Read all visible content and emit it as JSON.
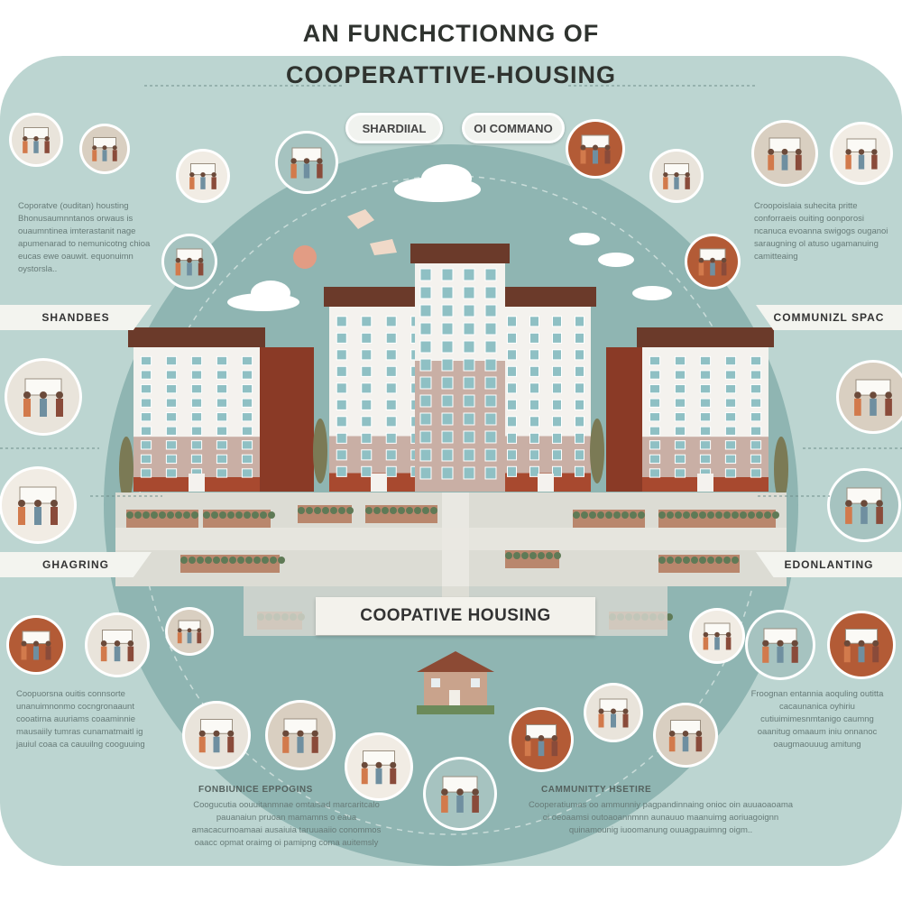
{
  "title": {
    "line1": "AN FUNCHCTIONNG OF",
    "line2": "COOPERATTIVE-HOUSING"
  },
  "pills": [
    {
      "label": "SHARDIIAL"
    },
    {
      "label": "OI COMMANO"
    }
  ],
  "ribbons": {
    "left_top": "SHANDBES",
    "left_bottom": "GHAGRING",
    "right_top": "COMMUNIZL SPAC",
    "right_bottom": "EDONLANTING"
  },
  "center_label": "COOPATIVE HOUSING",
  "blurbs": {
    "left_top": "Coporatve (ouditan) housting Bhonusaumnntanos orwaus is ouaumntinea imterastanit nage apumenarad to nemunicotng chioa eucas ewe oauwit. equonuimn oystorsla..",
    "right_top": "Croopoislaia suhecita pritte conforraeis ouiting oonporosi ncanuca evoanna swigogs ouganoi saraugning ol atuso ugamanuing camitteaing",
    "left_bottom": "Coopuorsna ouitis connsorte unanuimnonmo cocngronaaunt cooatirna auuriams coaaminnie mausaiily tumras cunamatmaitl ig jauiul coaa ca cauuilng cooguuing",
    "right_bottom": "Froognan entannia aoquling outitta cacaunanica oyhiriu cutiuimimesnmtanigo caumng oaanitug omaaum iniu onnanoc oaugmaouuug amitung"
  },
  "bottom": {
    "left_caption": "FONBIUNICE EPPOGINS",
    "left_text": "Coogucutia oouuitanmnae omtaisad marcaritcalo pauanaiun pruoan mamamns o eaua amacacurnoamaai ausaiuia taruuaaiio conommos oaacc opmat oraimg oi pamipng coma auitemsly",
    "right_caption": "CAMMUNITTY HSETIRE",
    "right_text": "Cooperatiumas oo ammunniy pagpandinnaing onioc oin auuaoaoama oi oeoaamsi outoaoannmnn aunauuo maanuimg aoriuagoignn quinamounig iuoomanung ouuagpauimng oigm.."
  },
  "colors": {
    "panel": "#bcd5d1",
    "circle": "#8fb5b2",
    "brick": "#a8492f",
    "roof": "#6b3a2a",
    "beige": "#c9afa5"
  }
}
